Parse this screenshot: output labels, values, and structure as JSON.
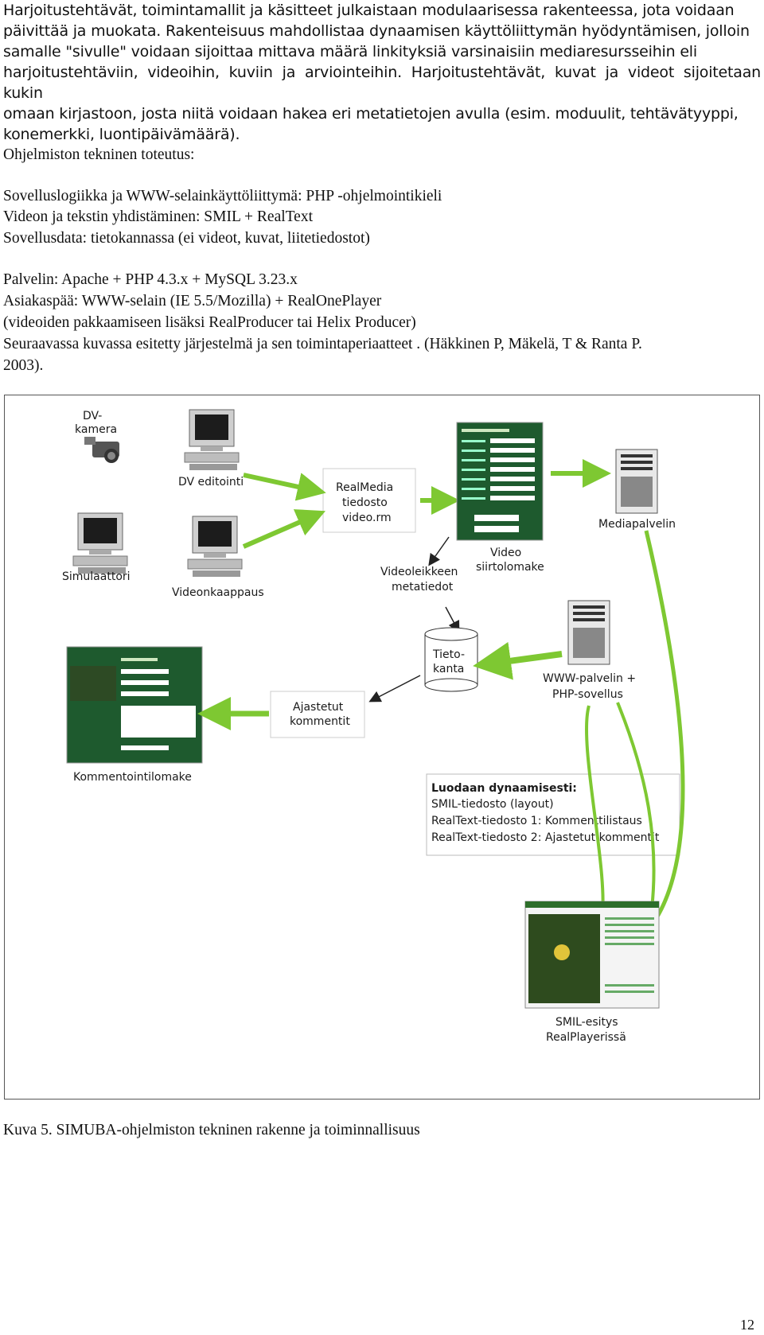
{
  "intro_paragraph": [
    "Harjoitustehtävät, toimintamallit ja käsitteet julkaistaan modulaarisessa rakenteessa, jota voidaan",
    "päivittää ja muokata. Rakenteisuus mahdollistaa dynaamisen käyttöliittymän hyödyntämisen, jolloin",
    "samalle \"sivulle\" voidaan sijoittaa mittava määrä linkityksiä varsinaisiin mediaresursseihin eli",
    "harjoitustehtäviin, videoihin, kuviin ja arviointeihin. Harjoitustehtävät, kuvat ja videot sijoitetaan kukin",
    "omaan kirjastoon, josta niitä voidaan hakea eri metatietojen avulla (esim. moduulit, tehtävätyyppi,",
    "konemerkki, luontipäivämäärä)."
  ],
  "section_heading": "Ohjelmiston tekninen toteutus:",
  "tech_lines": [
    "Sovelluslogiikka ja WWW-selainkäyttöliittymä: PHP -ohjelmointikieli",
    "Videon ja tekstin yhdistäminen: SMIL + RealText",
    "Sovellusdata: tietokannassa (ei videot, kuvat, liitetiedostot)"
  ],
  "platform_lines": [
    "Palvelin: Apache + PHP 4.3.x + MySQL 3.23.x",
    "Asiakaspää: WWW-selain (IE 5.5/Mozilla) + RealOnePlayer",
    "(videoiden pakkaamiseen lisäksi RealProducer tai Helix Producer)",
    "Seuraavassa kuvassa esitetty järjestelmä ja sen toimintaperiaatteet . (Häkkinen P, Mäkelä, T & Ranta P.",
    "2003)."
  ],
  "diagram": {
    "dv_kamera": [
      "DV-",
      "kamera"
    ],
    "dv_editointi": "DV editointi",
    "simulaattori": "Simulaattori",
    "videonkaappaus": "Videonkaappaus",
    "realmedia": [
      "RealMedia",
      "tiedosto",
      "video.rm"
    ],
    "video_siirtolomake": [
      "Video",
      "siirtolomake"
    ],
    "videoleikkeen_metatiedot": [
      "Videoleikkeen",
      "metatiedot"
    ],
    "mediapalvelin": "Mediapalvelin",
    "tietokanta": [
      "Tieto-",
      "kanta"
    ],
    "www_palvelin": [
      "WWW-palvelin +",
      "PHP-sovellus"
    ],
    "ajastetut_kommentit": [
      "Ajastetut",
      "kommentit"
    ],
    "kommentointilomake": "Kommentointilomake",
    "dynamic_box_title": "Luodaan dynaamisesti:",
    "dynamic_box_lines": [
      "SMIL-tiedosto (layout)",
      "RealText-tiedosto 1: Kommenttilistaus",
      "RealText-tiedosto 2: Ajastetut kommentit"
    ],
    "smil_esitys": [
      "SMIL-esitys",
      "RealPlayerissä"
    ],
    "colors": {
      "arrow_green": "#7ec832",
      "form_green": "#1e5a2e",
      "line_black": "#222222"
    }
  },
  "caption": "Kuva 5. SIMUBA-ohjelmiston tekninen rakenne ja toiminnallisuus",
  "page_number": "12"
}
